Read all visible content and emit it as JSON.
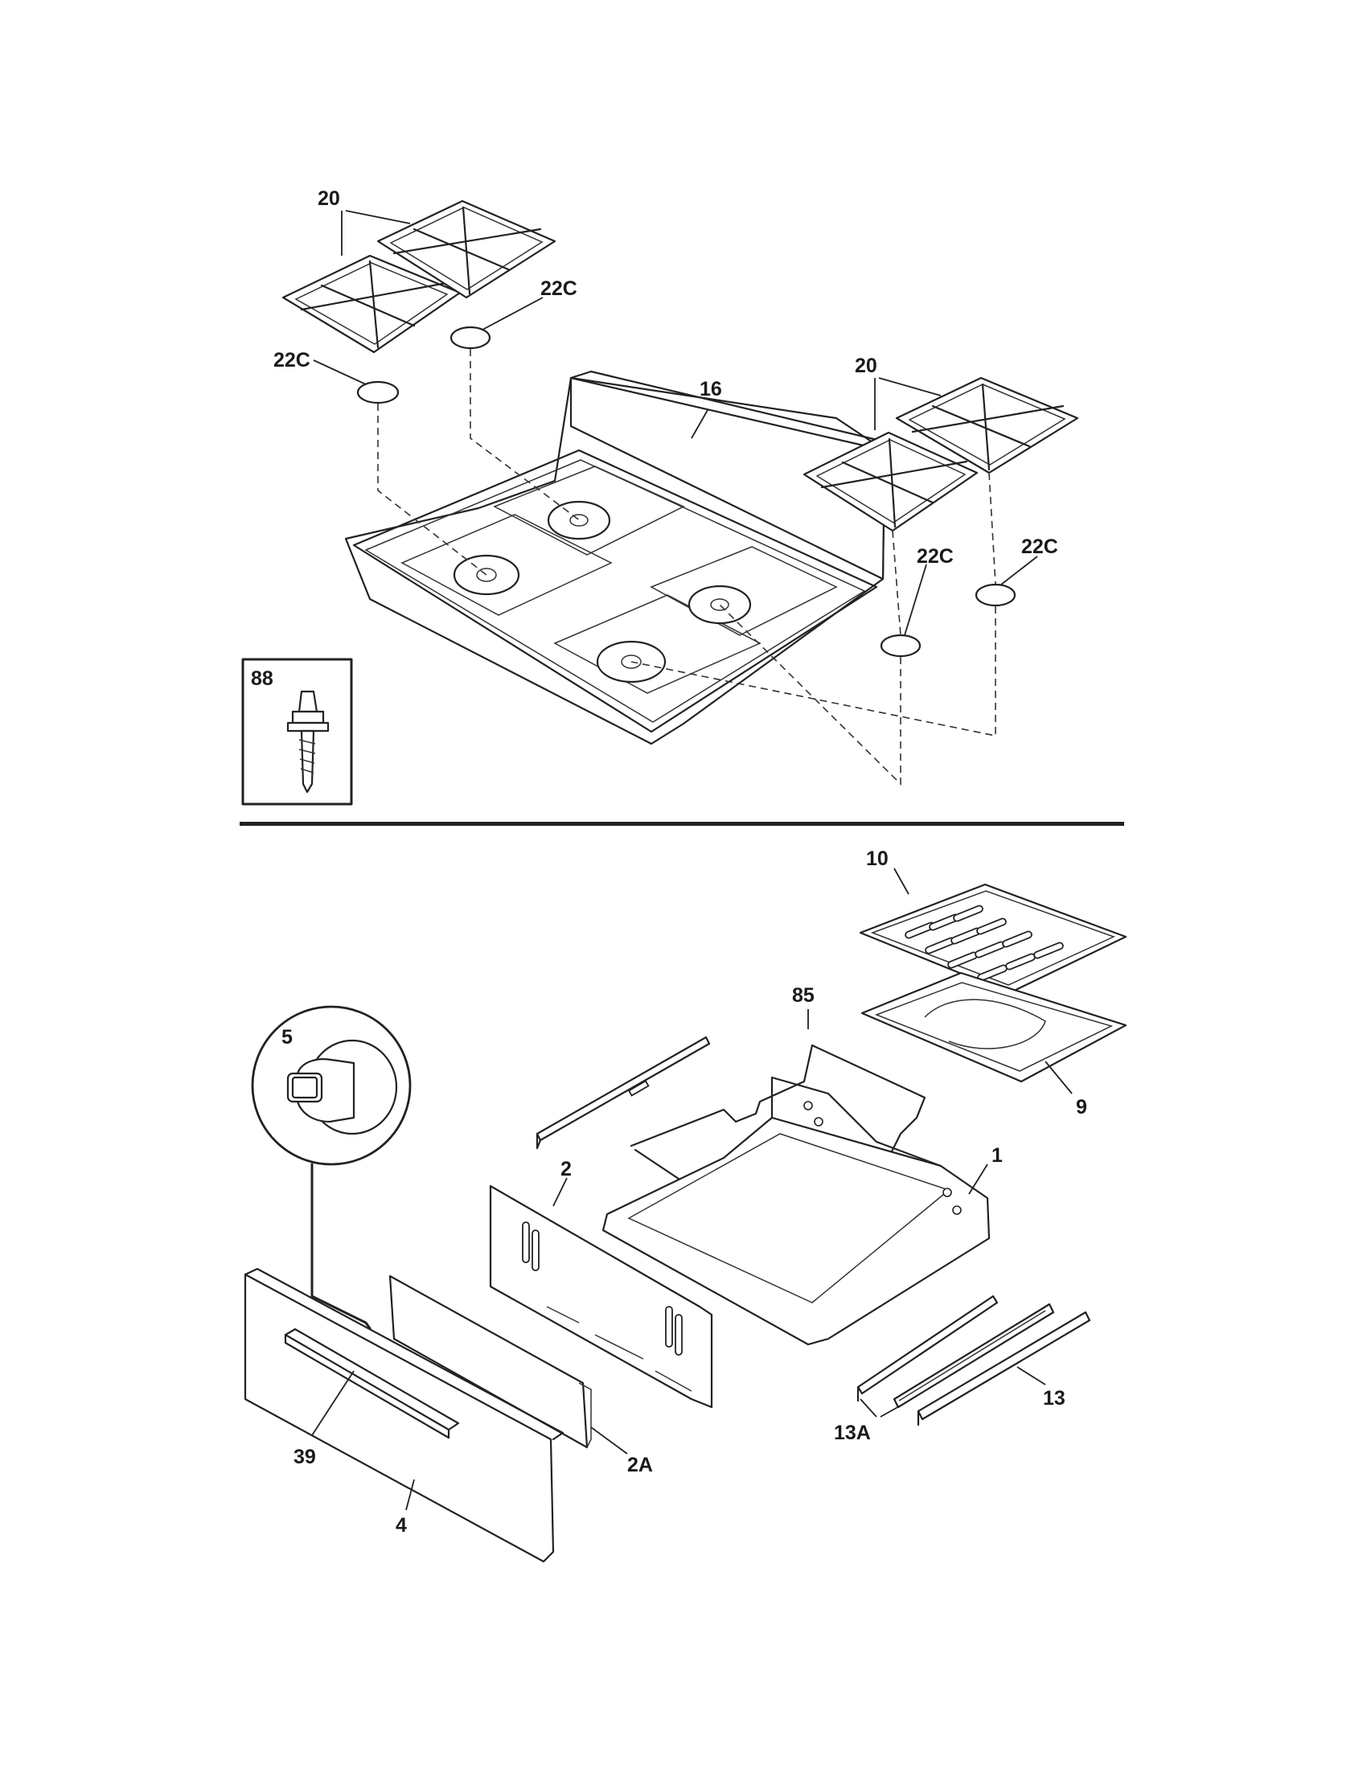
{
  "diagram": {
    "callouts": {
      "grate_top_left": "20",
      "cap_upper": "22C",
      "cap_left": "22C",
      "cooktop": "16",
      "grate_right": "20",
      "cap_right_mid": "22C",
      "cap_right_far": "22C",
      "screw_box": "88",
      "broiler_grid": "10",
      "broiler_pan": "9",
      "rack": "85",
      "knob": "5",
      "drawer_body": "1",
      "drawer_back": "2",
      "drawer_back_bracket": "2A",
      "handle": "39",
      "drawer_front": "4",
      "slide_rail": "13",
      "slide_rail_bracket": "13A"
    }
  }
}
